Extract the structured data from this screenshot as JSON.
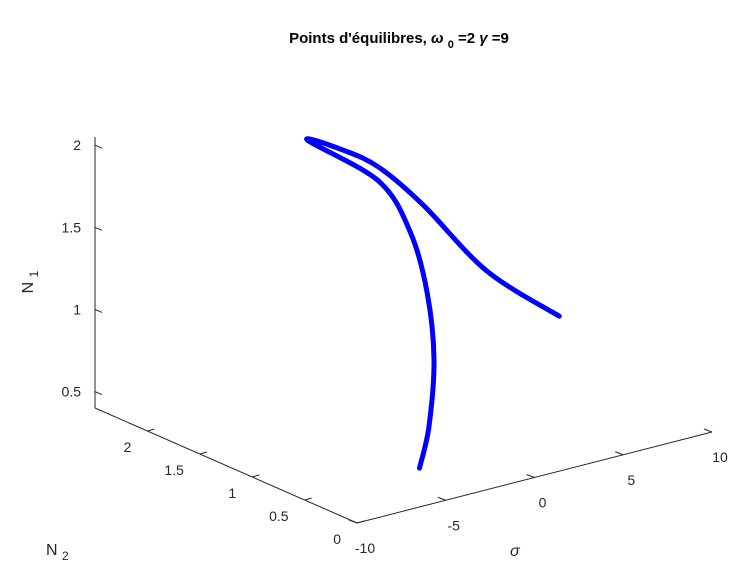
{
  "chart_data": {
    "type": "line",
    "projection": "3d",
    "title": {
      "prefix": "Points d'équilibres, ",
      "omega_symbol": "ω",
      "omega_subscript": "0",
      "omega_value": "=2 ",
      "gamma_symbol": "γ",
      "gamma_value": "=9"
    },
    "axes": {
      "z": {
        "label": "N",
        "label_subscript": "1",
        "range": [
          0.4,
          2.05
        ],
        "ticks": [
          "0.5",
          "1",
          "1.5",
          "2"
        ],
        "tick_values": [
          0.5,
          1,
          1.5,
          2
        ]
      },
      "y": {
        "label": "N",
        "label_subscript": "2",
        "range": [
          0,
          2.5
        ],
        "ticks": [
          "0",
          "0.5",
          "1",
          "1.5",
          "2"
        ],
        "tick_values": [
          0,
          0.5,
          1,
          1.5,
          2
        ]
      },
      "x": {
        "label": "σ",
        "range": [
          -10,
          10
        ],
        "ticks": [
          "-10",
          "-5",
          "0",
          "5",
          "10"
        ],
        "tick_values": [
          -10,
          -5,
          0,
          5,
          10
        ]
      }
    },
    "grid": false,
    "series": [
      {
        "color": "#0000ff",
        "points": [
          {
            "sigma": -4.0,
            "N2": 0.42,
            "N1": 0.45
          },
          {
            "sigma": -3.0,
            "N2": 0.5,
            "N1": 0.65
          },
          {
            "sigma": -2.0,
            "N2": 0.62,
            "N1": 1.0
          },
          {
            "sigma": -1.5,
            "N2": 0.77,
            "N1": 1.35
          },
          {
            "sigma": -1.2,
            "N2": 0.98,
            "N1": 1.65
          },
          {
            "sigma": -1.5,
            "N2": 1.23,
            "N1": 1.9
          },
          {
            "sigma": -2.7,
            "N2": 1.71,
            "N1": 2.05
          },
          {
            "sigma": -1.3,
            "N2": 1.6,
            "N1": 1.98
          },
          {
            "sigma": 0.7,
            "N2": 1.6,
            "N1": 1.82
          },
          {
            "sigma": 3.1,
            "N2": 1.59,
            "N1": 1.53
          },
          {
            "sigma": 4.8,
            "N2": 1.27,
            "N1": 1.17
          },
          {
            "sigma": 7.3,
            "N2": 1.0,
            "N1": 0.9
          }
        ]
      }
    ]
  }
}
